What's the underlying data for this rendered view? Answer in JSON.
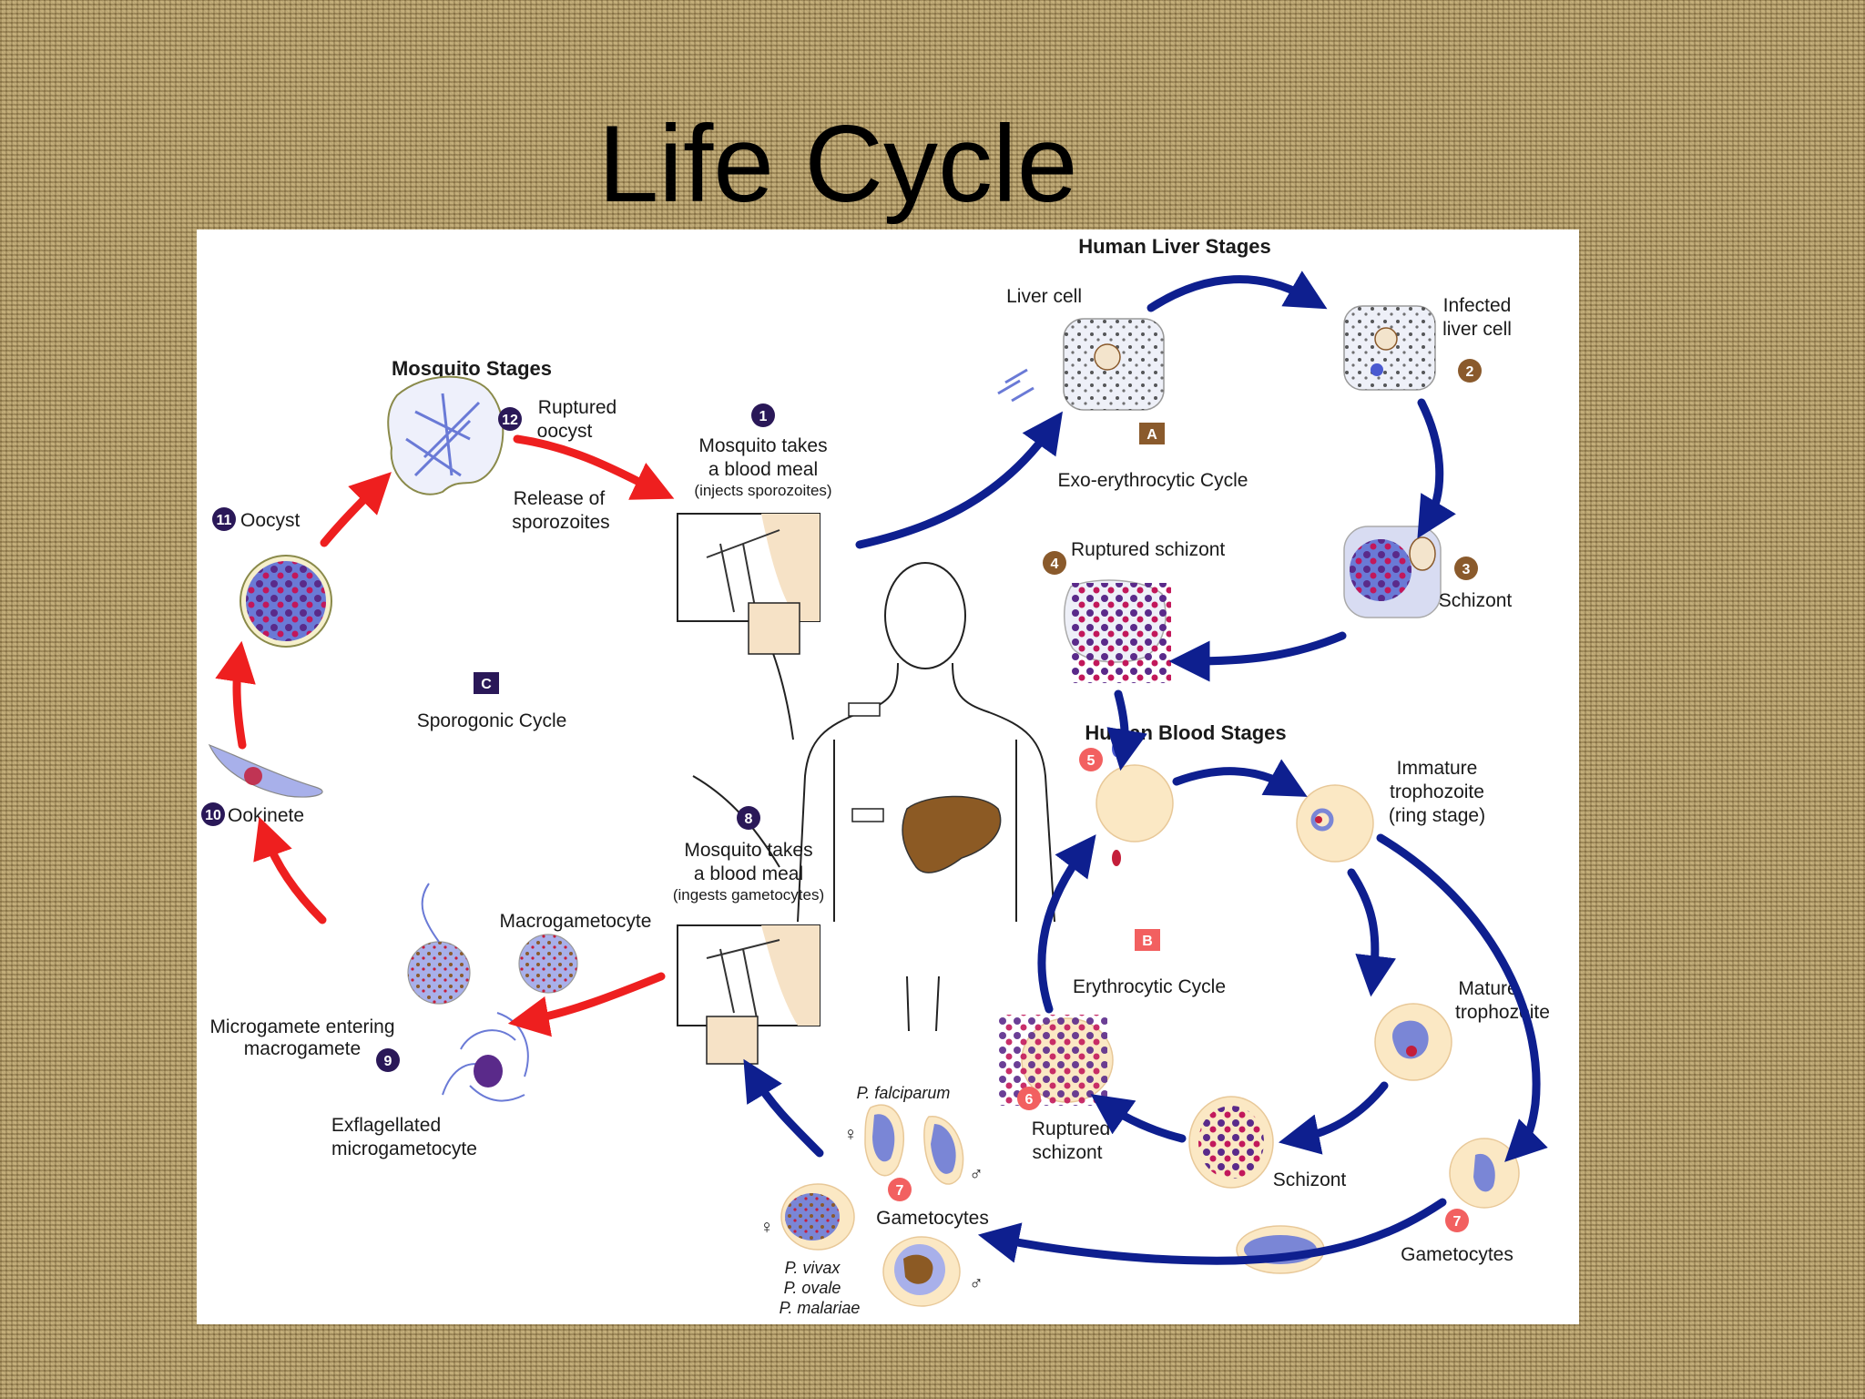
{
  "title": "Life Cycle",
  "colors": {
    "human_arrow": "#0e1f8f",
    "mosquito_arrow": "#ee1f1f",
    "badge_dark": "#2a1858",
    "badge_brown": "#8a5a2c",
    "badge_red": "#f26060",
    "cell_fill": "#fbe8c4",
    "parasite_blue": "#7a86d6",
    "parasite_red": "#c41e3a",
    "liver": "#8c5a24"
  },
  "sections": {
    "liver": "Human Liver Stages",
    "blood": "Human Blood Stages",
    "mosquito": "Mosquito Stages"
  },
  "cycles": {
    "A": {
      "letter": "A",
      "name": "Exo-erythrocytic Cycle"
    },
    "B": {
      "letter": "B",
      "name": "Erythrocytic Cycle"
    },
    "C": {
      "letter": "C",
      "name": "Sporogonic Cycle"
    }
  },
  "stages": {
    "liver_cell": "Liver cell",
    "infected_1": "Infected",
    "infected_2": "liver cell",
    "schizont_liver": "Schizont",
    "ruptured_schizont_liver": "Ruptured schizont",
    "immature_1": "Immature",
    "immature_2": "trophozoite",
    "immature_3": "(ring stage)",
    "mature_1": "Mature",
    "mature_2": "trophozoite",
    "schizont_blood": "Schizont",
    "ruptured_1": "Ruptured",
    "ruptured_2": "schizont",
    "gametocytes_blood": "Gametocytes",
    "gametocytes_center": "Gametocytes",
    "p_falciparum": "P. falciparum",
    "p_vivax": "P. vivax",
    "p_ovale": "P. ovale",
    "p_malariae": "P. malariae",
    "meal1_1": "Mosquito takes",
    "meal1_2": "a blood meal",
    "meal1_3": "(injects sporozoites)",
    "meal8_1": "Mosquito takes",
    "meal8_2": "a blood meal",
    "meal8_3": "(ingests gametocytes)",
    "macrogametocyte": "Macrogametocyte",
    "microgamete_1": "Microgamete entering",
    "microgamete_2": "macrogamete",
    "exflag_1": "Exflagellated",
    "exflag_2": "microgametocyte",
    "ookinete": "Ookinete",
    "oocyst": "Oocyst",
    "ruptured_oocyst_1": "Ruptured",
    "ruptured_oocyst_2": "oocyst",
    "release_1": "Release of",
    "release_2": "sporozoites"
  },
  "symbols": {
    "female": "♀",
    "male": "♂"
  },
  "badges": [
    "1",
    "2",
    "3",
    "4",
    "5",
    "6",
    "7",
    "7",
    "8",
    "9",
    "10",
    "11",
    "12"
  ]
}
